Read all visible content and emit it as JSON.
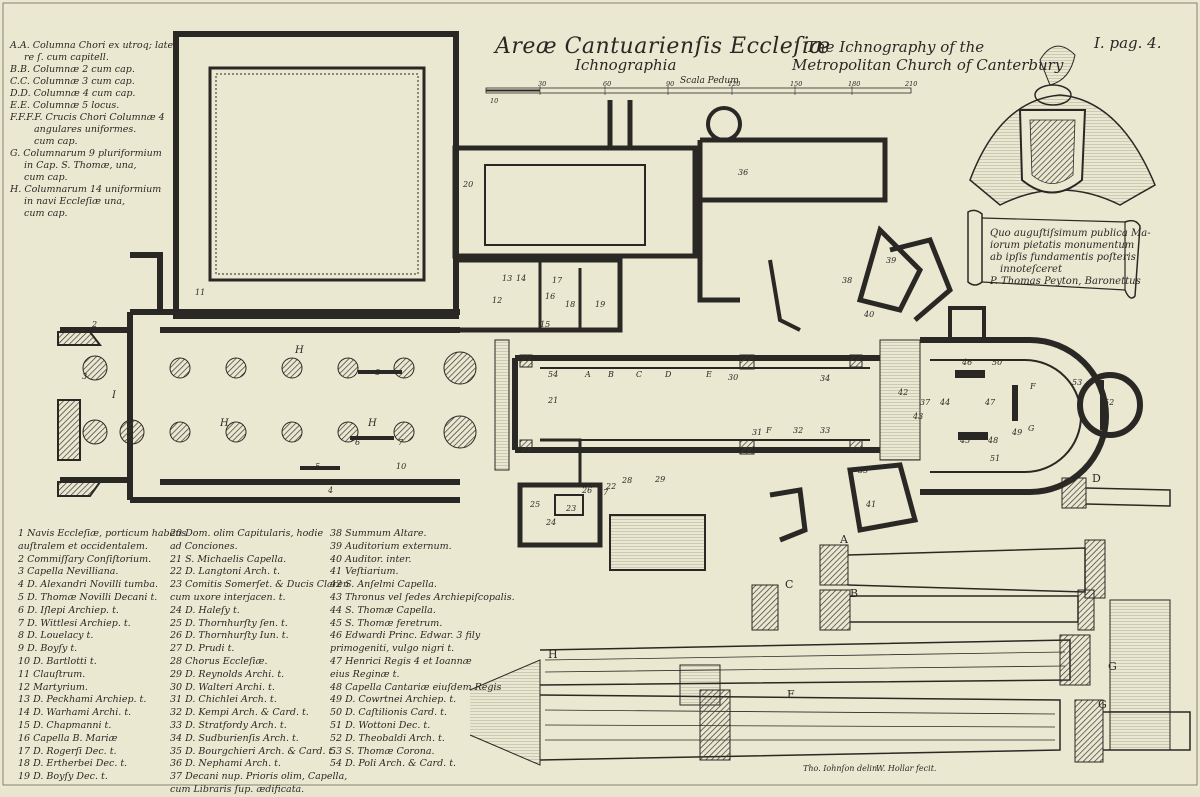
{
  "title": {
    "latin_line1": "Areæ Cantuarienſis Eccleſiæ",
    "latin_line2": "Ichnographia",
    "english_line1": "The Ichnography of the",
    "english_line2": "Metropolitan Church of Canterbury",
    "page_ref": "I. pag. 4."
  },
  "scale": {
    "label": "Scala Pedum",
    "ticks": [
      "10",
      "30",
      "60",
      "90",
      "120",
      "150",
      "180",
      "210"
    ]
  },
  "column_key": [
    "A.A. Columna Chori ex utroq; late-",
    "re ſ. cum capitell.",
    "B.B. Columnæ 2 cum cap.",
    "C.C. Columnæ 3 cum cap.",
    "D.D. Columnæ 4 cum cap.",
    "E.E. Columnæ 5 locus.",
    "F.F.F.F. Crucis Chori Columnæ 4",
    "angulares uniformes.",
    "cum cap.",
    "G. Columnarum 9 pluriformium",
    "in Cap. S. Thomæ, una,",
    "cum cap.",
    "H. Columnarum 14 uniformium",
    "in navi Eccleſiæ una,",
    "cum cap."
  ],
  "legend_col1": [
    "1 Navis Eccleſiæ, porticum habens",
    "   auſtralem et occidentalem.",
    "2 Commiſſary Conſiſtorium.",
    "3 Capella Nevilliana.",
    "4 D. Alexandri Novilli tumba.",
    "5 D. Thomæ Novilli Decani t.",
    "6 D. Iſlepi Archiep. t.",
    "7 D. Wittlesi Archiep. t.",
    "8 D. Louelacy t.",
    "9 D. Boyſy t.",
    "10 D. Bartlotti t.",
    "11 Clauſtrum.",
    "12 Martyrium.",
    "13 D. Peckhami Archiep. t.",
    "14 D. Warhami Archi. t.",
    "15 D. Chapmanni t.",
    "16 Capella B. Mariæ",
    "17 D. Rogerſi Dec. t.",
    "18 D. Ertherbei Dec. t.",
    "19 D. Boyſy Dec. t."
  ],
  "legend_col2": [
    "20 Dom. olim Capitularis, hodie",
    "     ad Conciones.",
    "21 S. Michaelis Capella.",
    "22 D. Langtoni Arch. t.",
    "23 Comitis Somerſet. & Ducis Claren",
    "     cum uxore interjacen. t.",
    "24 D. Haleſy t.",
    "25 D. Thornhurſty ſen. t.",
    "26 D. Thornhurſty Iun. t.",
    "27 D. Prudi t.",
    "28 Chorus Eccleſiæ.",
    "29 D. Reynolds Archi. t.",
    "30 D. Walteri Archi. t.",
    "31 D. Chichlei Arch. t.",
    "32 D. Kempi Arch. & Card. t.",
    "33 D. Stratfordy Arch. t.",
    "34 D. Sudburienſis Arch. t.",
    "35 D. Bourgchieri Arch. & Card. t.",
    "36 D. Nephami Arch. t.",
    "37 Decani nup. Prioris olim, Capella,",
    "     cum Libraris ſup. ædificata."
  ],
  "legend_col3": [
    "38 Summum Altare.",
    "39 Auditorium externum.",
    "40 Auditor. inter.",
    "41 Veſtiarium.",
    "42 S. Anſelmi Capella.",
    "43 Thronus vel ſedes Archiepiſcopalis.",
    "44 S. Thomæ Capella.",
    "45 S. Thomæ feretrum.",
    "46 Edwardi Princ. Edwar. 3 fily",
    "     primogeniti, vulgo nigri t.",
    "47 Henrici Regis 4 et Ioannæ",
    "     eius Reginæ t.",
    "48 Capella Cantariæ eiuſdem Regis",
    "49 D. Cowrtnei Archiep. t.",
    "50 D. Caſtilionis Card. t.",
    "51 D. Wottoni Dec. t.",
    "52 D. Theobaldi Arch. t.",
    "53 S. Thomæ Corona.",
    "54 D. Poli Arch. & Card. t."
  ],
  "cartouche": {
    "line1": "Quo auguſtiſsimum publica Ma-",
    "line2": "iorum pietatis monumentum",
    "line3": "ab ipſis fundamentis poſteris",
    "line4": "innoteſceret",
    "line5": "P. Thomas Peyton, Baronettus"
  },
  "column_labels": [
    "D",
    "A",
    "C",
    "B",
    "H",
    "G",
    "F",
    "G"
  ],
  "plan_labels": [
    "H",
    "H",
    "H",
    "I",
    "2",
    "3",
    "4",
    "5",
    "6",
    "7",
    "8",
    "9",
    "10",
    "11",
    "12",
    "13",
    "14",
    "15",
    "16",
    "17",
    "18",
    "19",
    "20",
    "21",
    "22",
    "23",
    "24",
    "25",
    "26",
    "27",
    "28",
    "29",
    "30",
    "31",
    "32",
    "33",
    "34",
    "35",
    "36",
    "37",
    "38",
    "39",
    "40",
    "41",
    "42",
    "43",
    "44",
    "45",
    "46",
    "47",
    "48",
    "49",
    "50",
    "51",
    "52",
    "53",
    "54",
    "A",
    "B",
    "C",
    "D",
    "E",
    "F",
    "F",
    "G",
    "G"
  ],
  "credits": {
    "delineator": "Tho. Iohnſon delin.",
    "engraver": "W. Hollar fecit."
  },
  "colors": {
    "paper": "#ebe8d2",
    "ink": "#2a2824"
  }
}
